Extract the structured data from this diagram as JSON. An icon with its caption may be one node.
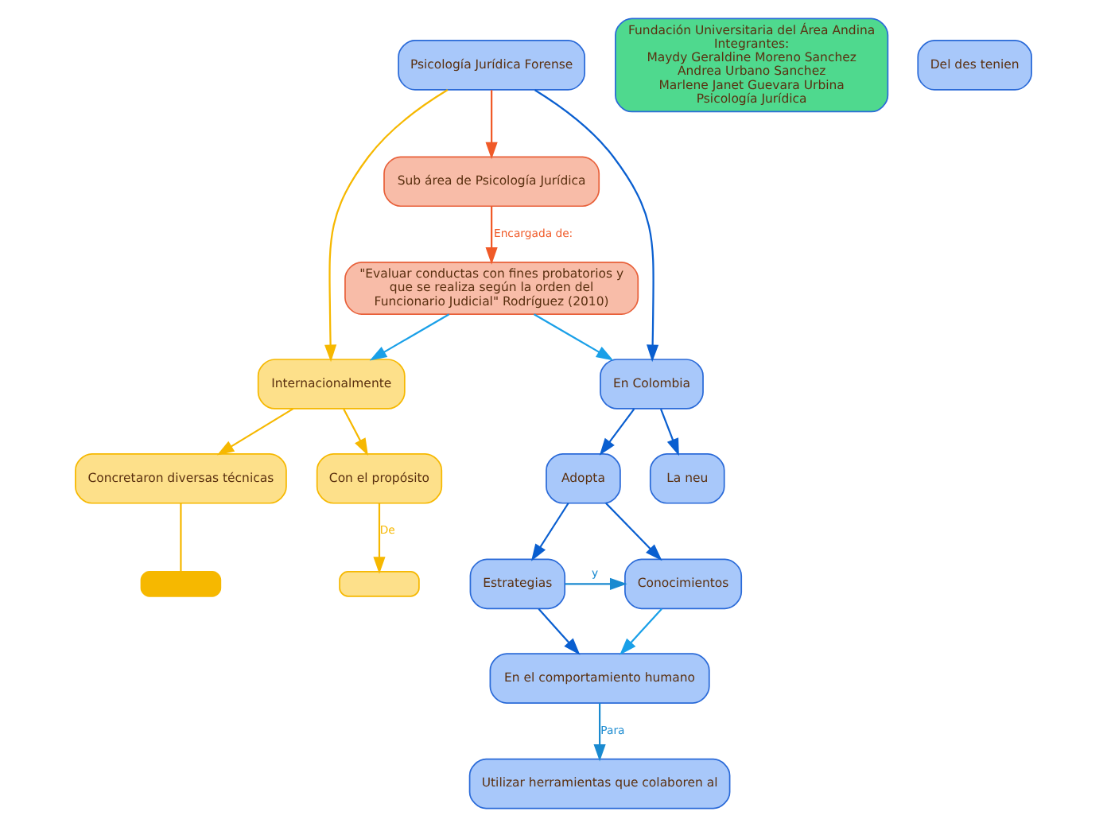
{
  "diagram": {
    "nodes": [
      {
        "text": [
          "Psicología Jurídica Forense"
        ]
      },
      {
        "text": [
          "Sub área de Psicología Jurídica"
        ]
      },
      {
        "text": [
          "\"Evaluar conductas con fines probatorios y que se realiza según la orden del Funcionario Judicial\" Rodríguez (2010)"
        ]
      },
      {
        "text": [
          "Fundación Universitaria del Área Andina",
          "Integrantes:",
          "Maydy Geraldine Moreno Sanchez",
          "Andrea Urbano Sanchez",
          "Marlene Janet Guevara Urbina",
          "Psicología Jurídica"
        ]
      },
      {
        "text": [
          "Internacionalmente"
        ]
      },
      {
        "text": [
          "En Colombia"
        ]
      },
      {
        "text": [
          "Adopta"
        ]
      },
      {
        "text": [
          "Estrategias"
        ]
      },
      {
        "text": [
          "Conocimientos"
        ]
      },
      {
        "text": [
          "La neu"
        ]
      },
      {
        "text": [
          "Concretaron diversas técnicas"
        ]
      },
      {
        "text": [
          "Con el propósito"
        ]
      },
      {
        "text": [
          "En el comportamiento humano"
        ]
      },
      {
        "text": [
          "Del des tenien"
        ]
      },
      {
        "text": [],
        "shape": "box"
      },
      {
        "text": [],
        "shape": "box"
      },
      {
        "text": [
          "Utilizar herramientas que colaboren al"
        ]
      }
    ],
    "edges": [
      {
        "from": 0,
        "to": 1,
        "arrow": "to",
        "color": "#f05a28"
      },
      {
        "from": 0,
        "to": 4,
        "arrow": "to",
        "color": "#f6b800"
      },
      {
        "from": 0,
        "to": 5,
        "arrow": "to"
      },
      {
        "from": 1,
        "to": 2,
        "arrow": "to",
        "label": "Encargada de:",
        "color": "#f05a28"
      },
      {
        "from": 2,
        "to": 4,
        "arrow": "to",
        "color": "#1aa0e8"
      },
      {
        "from": 2,
        "to": 5,
        "arrow": "to",
        "color": "#1aa0e8"
      },
      {
        "from": 4,
        "to": 10,
        "arrow": "to",
        "color": "#f6b800"
      },
      {
        "from": 4,
        "to": 11,
        "arrow": "to",
        "color": "#f6b800"
      },
      {
        "from": 5,
        "to": 6,
        "arrow": "to"
      },
      {
        "from": 5,
        "to": 9,
        "arrow": "to"
      },
      {
        "from": 6,
        "to": 7,
        "arrow": "to"
      },
      {
        "from": 6,
        "to": 8,
        "arrow": "to"
      },
      {
        "from": 7,
        "to": 8,
        "arrow": "to",
        "label": "y",
        "color": "#1a8ad0"
      },
      {
        "from": 7,
        "to": 12,
        "arrow": "to"
      },
      {
        "from": 8,
        "to": 12,
        "arrow": "to",
        "color": "#1aa0e8"
      },
      {
        "from": 10,
        "to": 14,
        "arrow": "none",
        "color": "#f6b800"
      },
      {
        "from": 11,
        "to": 15,
        "arrow": "to",
        "label": "De",
        "color": "#f6b800"
      },
      {
        "from": 12,
        "to": 16,
        "arrow": "to",
        "label": "Para",
        "color": "#1a8ad0"
      }
    ]
  }
}
